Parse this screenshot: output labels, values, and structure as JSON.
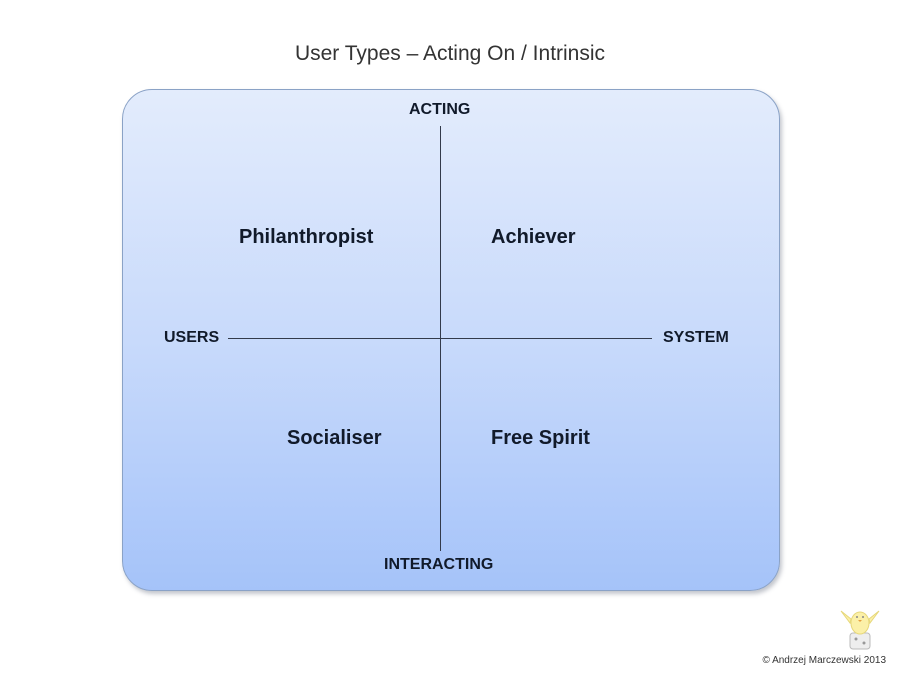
{
  "title": "User Types – Acting On / Intrinsic",
  "axes": {
    "top": "ACTING",
    "bottom": "INTERACTING",
    "left": "USERS",
    "right": "SYSTEM"
  },
  "quadrants": {
    "top_left": "Philanthropist",
    "top_right": "Achiever",
    "bottom_left": "Socialiser",
    "bottom_right": "Free Spirit"
  },
  "footer": {
    "credit": "© Andrzej Marczewski 2013",
    "logo_icon": "chick-on-dice-icon"
  },
  "colors": {
    "panel_top": "#e3ecfc",
    "panel_bottom": "#a5c3f9",
    "text": "#111a2a"
  }
}
